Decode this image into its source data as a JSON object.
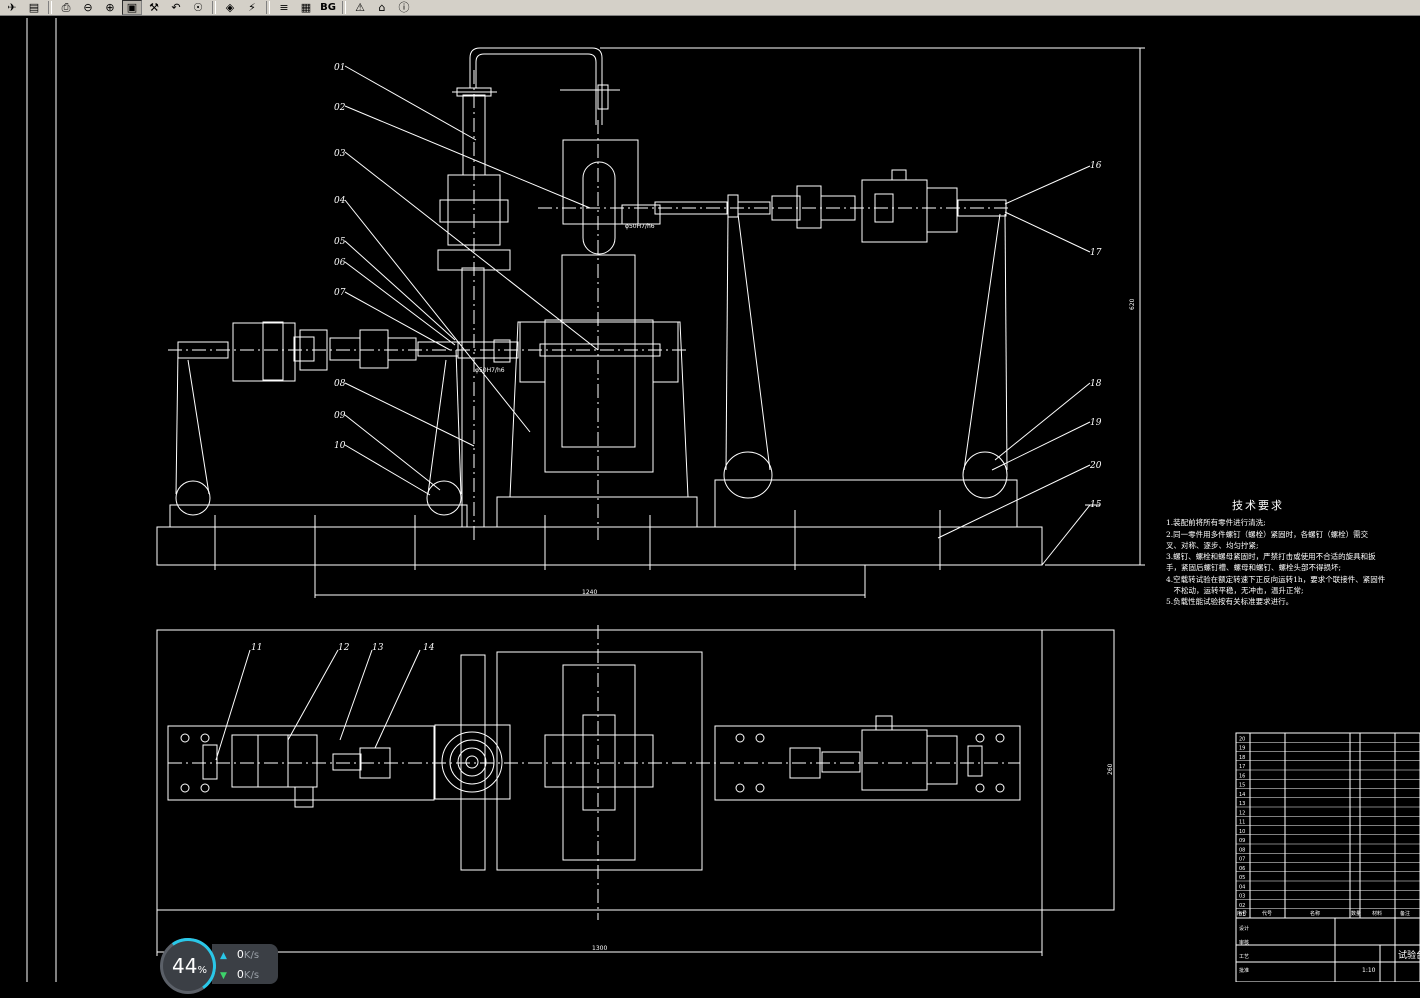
{
  "toolbar": {
    "items": [
      {
        "name": "open-icon",
        "glyph": "✈"
      },
      {
        "name": "file-menu-icon",
        "glyph": "▤"
      },
      {
        "name": "print-icon",
        "glyph": "⎙"
      },
      {
        "name": "zoom-out-icon",
        "glyph": "⊖"
      },
      {
        "name": "zoom-in-icon",
        "glyph": "⊕"
      },
      {
        "name": "zoom-window-icon",
        "glyph": "▣"
      },
      {
        "name": "zoom-realtime-icon",
        "glyph": "⚒"
      },
      {
        "name": "zoom-prev-icon",
        "glyph": "↶"
      },
      {
        "name": "zoom-extents-icon",
        "glyph": "☉"
      },
      {
        "name": "layers-icon",
        "glyph": "◈"
      },
      {
        "name": "regen-icon",
        "glyph": "⚡"
      },
      {
        "name": "properties-icon",
        "glyph": "≡"
      },
      {
        "name": "print-preview-icon",
        "glyph": "▦"
      },
      {
        "name": "warning-icon",
        "glyph": "⚠"
      },
      {
        "name": "home-icon",
        "glyph": "⌂"
      },
      {
        "name": "info-icon",
        "glyph": "ⓘ"
      }
    ],
    "bg_label": "BG"
  },
  "drawing": {
    "front_callouts": [
      "01",
      "02",
      "03",
      "04",
      "05",
      "06",
      "07",
      "08",
      "09",
      "10",
      "16",
      "17",
      "18",
      "19",
      "20",
      "15"
    ],
    "top_callouts": [
      "11",
      "12",
      "13",
      "14"
    ],
    "dim_front_width": "1240",
    "dim_top_width": "1300",
    "dim_height": "620",
    "dim_top_height": "260",
    "dim_note_left": "φ50H7/h6",
    "dim_note_right": "φ50H7/h6"
  },
  "tech": {
    "title": "技术要求",
    "lines": [
      "1.装配前将所有零件进行清洗;",
      "2.同一零件用多件螺钉（螺栓）紧固时，各螺钉（螺栓）需交",
      "叉、对称、逐步、均匀拧紧;",
      "3.螺钉、螺栓和螺母紧固时，严禁打击或使用不合适的旋具和扳",
      "手，紧固后螺钉槽、螺母和螺钉、螺栓头部不得损坏;",
      "4.空载转试验在额定转速下正反向运转1h，要求个联接件、紧固件",
      "　不松动，运转平稳，无冲击，温升正常;",
      "5.负载性能试验按有关标准要求进行。"
    ]
  },
  "bom": {
    "rows": [
      "20",
      "19",
      "18",
      "17",
      "16",
      "15",
      "14",
      "13",
      "12",
      "11",
      "10",
      "09",
      "08",
      "07",
      "06",
      "05",
      "04",
      "03",
      "02",
      "01"
    ],
    "headers": [
      "序号",
      "代号",
      "名称",
      "数量",
      "材料",
      "备注"
    ],
    "title_block": [
      "设计",
      "审核",
      "工艺",
      "批准"
    ],
    "scale": "1:10",
    "project": "试验台"
  },
  "netwidget": {
    "percent": "44",
    "percent_unit": "%",
    "up_value": "0",
    "up_unit": "K/s",
    "down_value": "0",
    "down_unit": "K/s"
  },
  "colors": {
    "line": "#ffffff",
    "background": "#000000",
    "toolbar": "#d4d0c8",
    "accent": "#29c7e8"
  }
}
